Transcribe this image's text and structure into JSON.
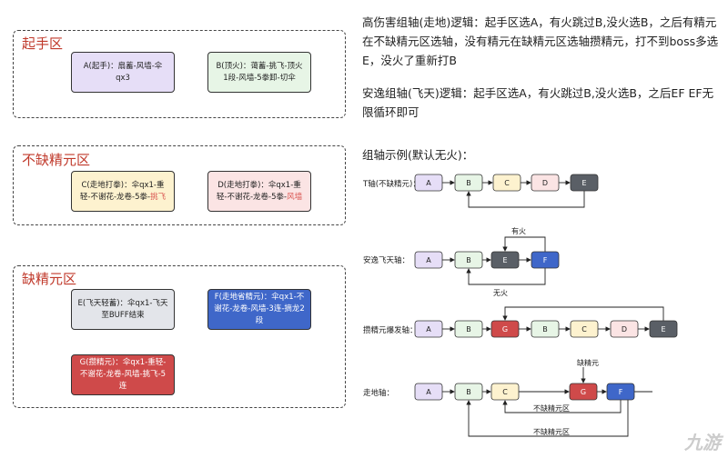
{
  "zones": {
    "start": {
      "title": "起手区"
    },
    "no_lack": {
      "title": "不缺精元区"
    },
    "lack": {
      "title": "缺精元区"
    }
  },
  "cards": {
    "A": {
      "text": "A(起手)：扇蓄-风墙-伞qx3",
      "color": "#e6def7"
    },
    "B": {
      "text": "B(顶火)：蔼蓄-挑飞-顶火1段-风墙-5拳卸-切伞",
      "color": "#e7f5e6"
    },
    "C_main": "C(走地打拳)：伞qx1-重轻-不谢花-龙卷-5拳-",
    "C_hl": "挑飞",
    "D_main": "D(走地打拳)：伞qx1-重轻-不谢花-龙卷-5拳-",
    "D_hl": "风墙",
    "E": {
      "text": "E(飞天轻蓄)：伞qx1-飞天至BUFF结束",
      "color": "#e3e5ea"
    },
    "F": {
      "text": "F(走地省精元)：伞qx1-不谢花-龙卷-风墙-3连-摘龙2段",
      "color": "#3f67c9"
    },
    "G": {
      "text": "G(攒精元)：伞qx1-重轻-不谢花-龙卷-风墙-挑飞-5连",
      "color": "#cf4a4a"
    }
  },
  "colors": {
    "A": "#e6def7",
    "B": "#e7f5e6",
    "C": "#fdf2cf",
    "D": "#fbe4e4",
    "E": "#5a5f66",
    "F": "#3f67c9",
    "G": "#cf4a4a"
  },
  "text": {
    "p1": "高伤害组轴(走地)逻辑：起手区选A，有火跳过B,没火选B，之后有精元在不缺精元区选轴，没有精元在缺精元区选轴攒精元，打不到boss多选E，没火了重新打B",
    "p2": "安逸组轴(飞天)逻辑：起手区选A，有火跳过B,没火选B，之后EF EF无限循环即可",
    "examples_title": "组轴示例(默认无火)："
  },
  "rows": {
    "t": {
      "label": "T轴(不缺精元)：",
      "nodes": [
        "A",
        "B",
        "C",
        "D",
        "E"
      ]
    },
    "anyi": {
      "label": "安逸飞天轴：",
      "nodes": [
        "A",
        "B",
        "E",
        "F"
      ],
      "has_fire": "有火",
      "no_fire": "无火"
    },
    "zan": {
      "label": "攒精元爆发轴：",
      "nodes": [
        "A",
        "B",
        "G",
        "B",
        "C",
        "D",
        "E"
      ]
    },
    "walk": {
      "label": "走地轴：",
      "nodes": [
        "A",
        "B",
        "C",
        "G",
        "F"
      ],
      "lack": "缺精元",
      "no_lack1": "不缺精元区",
      "no_lack2": "不缺精元区"
    }
  },
  "watermark": "九游"
}
